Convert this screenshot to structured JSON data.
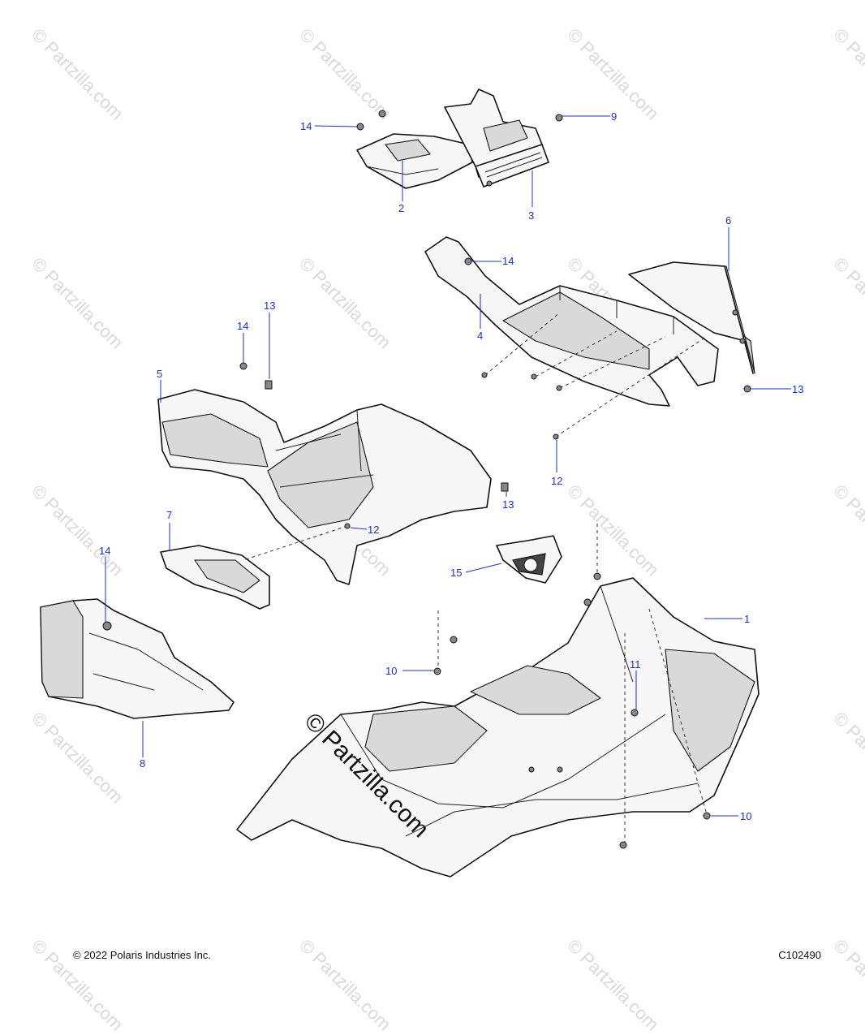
{
  "watermark": "© Partzilla.com",
  "big_watermark": "© Partzilla.com",
  "copyright": "© 2022 Polaris Industries Inc.",
  "diagram_code": "C102490",
  "callouts": [
    "1",
    "2",
    "3",
    "4",
    "5",
    "6",
    "7",
    "8",
    "9",
    "10",
    "10",
    "11",
    "12",
    "12",
    "13",
    "13",
    "13",
    "14",
    "14",
    "14",
    "14",
    "15"
  ]
}
